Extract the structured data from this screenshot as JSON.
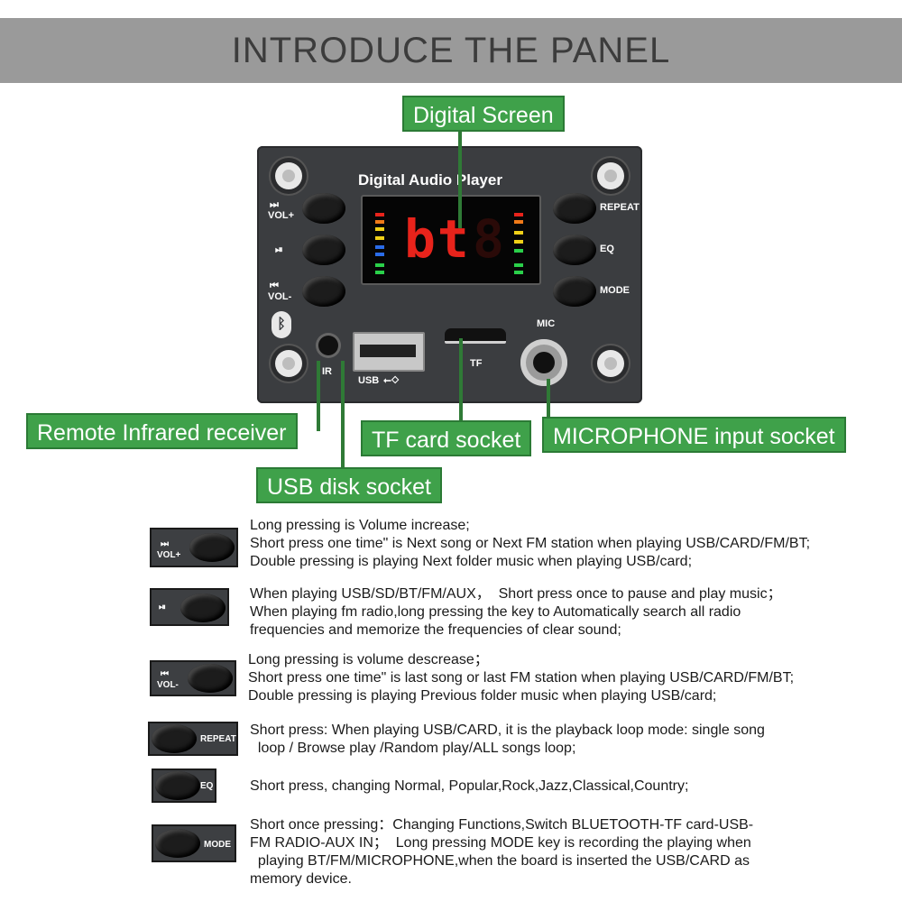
{
  "header": {
    "title": "INTRODUCE THE PANEL"
  },
  "callouts": {
    "digital_screen": "Digital Screen",
    "ir_receiver": "Remote Infrared receiver",
    "tf_socket": "TF card socket",
    "mic_socket": "MICROPHONE input socket",
    "usb_socket": "USB disk socket"
  },
  "panel": {
    "title": "Digital Audio Player",
    "display_text": "bt",
    "buttons": {
      "vol_plus": "VOL+",
      "play_pause": "",
      "vol_minus": "VOL-",
      "repeat": "REPEAT",
      "eq": "EQ",
      "mode": "MODE"
    },
    "labels": {
      "ir": "IR",
      "usb": "USB",
      "tf": "TF",
      "mic": "MIC"
    },
    "icons": {
      "next": "next-track-icon",
      "play_pause": "play-pause-icon",
      "prev": "previous-track-icon",
      "bluetooth": "bluetooth-icon",
      "usb_symbol": "usb-symbol-icon"
    }
  },
  "instructions": [
    {
      "button_label": "VOL+",
      "lines": [
        "Long pressing is Volume increase;",
        "Short press one time\" is Next song or Next FM station when playing USB/CARD/FM/BT;",
        "Double pressing is playing Next folder music when playing USB/card;"
      ]
    },
    {
      "button_label": "",
      "lines": [
        "When playing USB/SD/BT/FM/AUX，  Short press once to pause and play music；",
        "When playing fm radio,long pressing the key to Automatically search all radio",
        "frequencies and memorize the frequencies of clear sound;"
      ]
    },
    {
      "button_label": "VOL-",
      "lines": [
        "Long pressing is volume descrease；",
        "Short press one time\" is last song or last FM station when playing USB/CARD/FM/BT;",
        "Double pressing is playing Previous folder music when playing USB/card;"
      ]
    },
    {
      "button_label": "REPEAT",
      "lines": [
        "Short press: When playing USB/CARD, it is the playback loop mode: single song",
        "  loop / Browse play /Random play/ALL songs loop;"
      ]
    },
    {
      "button_label": "EQ",
      "lines": [
        "Short press, changing Normal, Popular,Rock,Jazz,Classical,Country;"
      ]
    },
    {
      "button_label": "MODE",
      "lines": [
        "Short once pressing：Changing Functions,Switch BLUETOOTH-TF card-USB-",
        "FM RADIO-AUX IN；  Long pressing MODE key is recording the playing when",
        "  playing BT/FM/MICROPHONE,when the board is inserted the USB/CARD as",
        "memory device."
      ]
    }
  ],
  "colors": {
    "header_bg": "#9a9a9a",
    "callout_green": "#3fa14a",
    "panel_bg": "#3b3d40",
    "display_red": "#e8231b"
  }
}
